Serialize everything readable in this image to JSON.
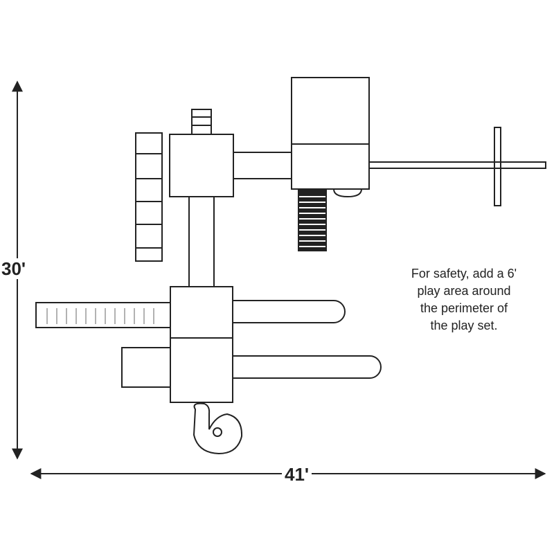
{
  "dimensions": {
    "height_label": "30'",
    "width_label": "41'"
  },
  "safety_note": {
    "lines": [
      "For safety, add a 6'",
      "play area around",
      "the perimeter of",
      "the play set."
    ]
  },
  "colors": {
    "line": "#222222",
    "background": "#ffffff"
  }
}
